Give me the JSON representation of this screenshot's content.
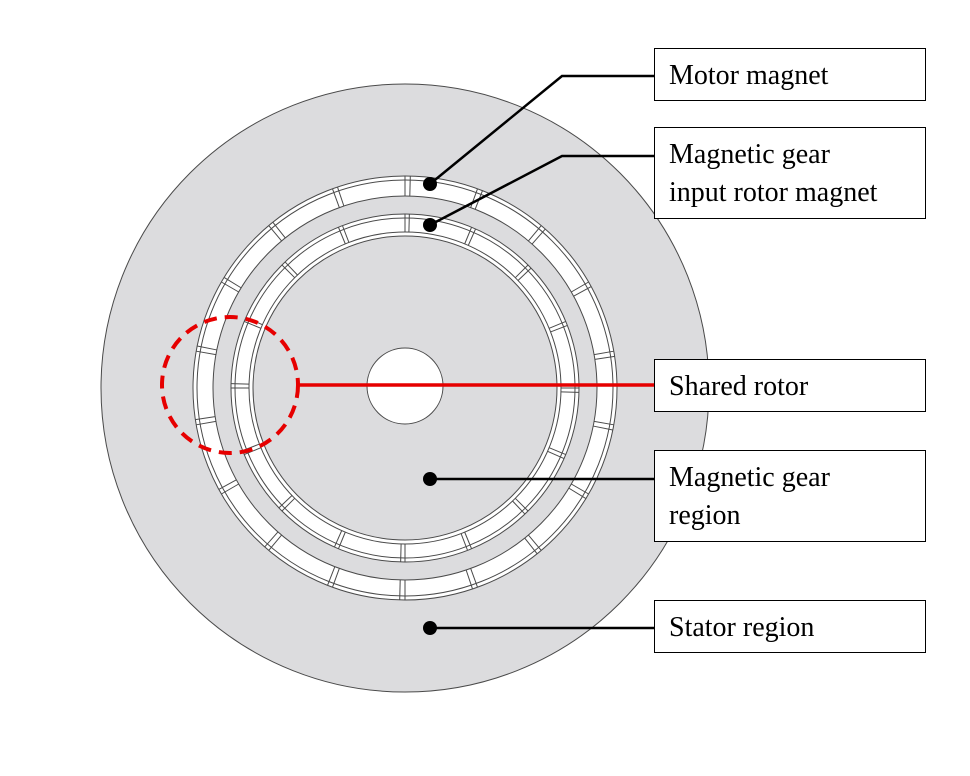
{
  "labels": {
    "motor_magnet": [
      "Motor magnet"
    ],
    "gear_input_magnet": [
      "Magnetic gear",
      "input rotor magnet"
    ],
    "shared_rotor": [
      "Shared rotor"
    ],
    "gear_region": [
      "Magnetic gear",
      "region"
    ],
    "stator_region": [
      "Stator region"
    ]
  },
  "colors": {
    "stator_fill": "#dcdcde",
    "outline": "#4a4a4a",
    "highlight": "#e60000",
    "leader": "#000000",
    "magnet_fill": "#ffffff"
  },
  "structure": {
    "outer_ring_magnets": 18,
    "inner_ring_magnets": 16
  }
}
